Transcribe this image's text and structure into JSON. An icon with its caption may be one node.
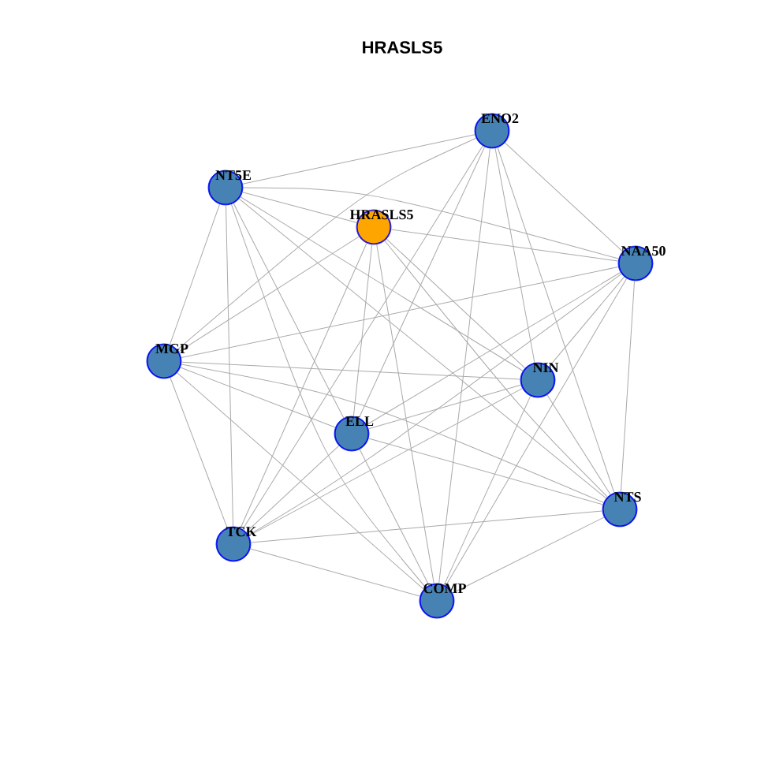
{
  "diagram": {
    "title": "HRASLS5",
    "nodes": [
      {
        "text": [
          "ENO2"
        ]
      },
      {
        "text": [
          "NT5E"
        ]
      },
      {
        "text": [
          "HRASLS5"
        ]
      },
      {
        "text": [
          "NAA50"
        ]
      },
      {
        "text": [
          "MGP"
        ]
      },
      {
        "text": [
          "NIN"
        ]
      },
      {
        "text": [
          "ELL"
        ]
      },
      {
        "text": [
          "NTS"
        ]
      },
      {
        "text": [
          "TCK"
        ]
      },
      {
        "text": [
          "COMP"
        ]
      }
    ],
    "edges": [
      {
        "from": 0,
        "to": 1,
        "arrow": "none"
      },
      {
        "from": 0,
        "to": 3,
        "arrow": "none"
      },
      {
        "from": 0,
        "to": 4,
        "arrow": "none"
      },
      {
        "from": 0,
        "to": 5,
        "arrow": "none"
      },
      {
        "from": 0,
        "to": 6,
        "arrow": "none"
      },
      {
        "from": 0,
        "to": 7,
        "arrow": "none"
      },
      {
        "from": 0,
        "to": 8,
        "arrow": "none"
      },
      {
        "from": 0,
        "to": 9,
        "arrow": "none"
      },
      {
        "from": 1,
        "to": 2,
        "arrow": "none"
      },
      {
        "from": 1,
        "to": 3,
        "arrow": "none"
      },
      {
        "from": 1,
        "to": 4,
        "arrow": "none"
      },
      {
        "from": 1,
        "to": 5,
        "arrow": "none"
      },
      {
        "from": 1,
        "to": 6,
        "arrow": "none"
      },
      {
        "from": 1,
        "to": 7,
        "arrow": "none"
      },
      {
        "from": 1,
        "to": 8,
        "arrow": "none"
      },
      {
        "from": 1,
        "to": 9,
        "arrow": "none"
      },
      {
        "from": 2,
        "to": 3,
        "arrow": "none"
      },
      {
        "from": 2,
        "to": 4,
        "arrow": "none"
      },
      {
        "from": 2,
        "to": 5,
        "arrow": "none"
      },
      {
        "from": 2,
        "to": 6,
        "arrow": "none"
      },
      {
        "from": 2,
        "to": 7,
        "arrow": "none"
      },
      {
        "from": 2,
        "to": 8,
        "arrow": "none"
      },
      {
        "from": 2,
        "to": 9,
        "arrow": "none"
      },
      {
        "from": 3,
        "to": 4,
        "arrow": "none"
      },
      {
        "from": 3,
        "to": 5,
        "arrow": "none"
      },
      {
        "from": 3,
        "to": 6,
        "arrow": "none"
      },
      {
        "from": 3,
        "to": 7,
        "arrow": "none"
      },
      {
        "from": 3,
        "to": 8,
        "arrow": "none"
      },
      {
        "from": 3,
        "to": 9,
        "arrow": "none"
      },
      {
        "from": 4,
        "to": 5,
        "arrow": "none"
      },
      {
        "from": 4,
        "to": 6,
        "arrow": "none"
      },
      {
        "from": 4,
        "to": 7,
        "arrow": "none"
      },
      {
        "from": 4,
        "to": 8,
        "arrow": "none"
      },
      {
        "from": 4,
        "to": 9,
        "arrow": "none"
      },
      {
        "from": 5,
        "to": 6,
        "arrow": "none"
      },
      {
        "from": 5,
        "to": 7,
        "arrow": "none"
      },
      {
        "from": 5,
        "to": 8,
        "arrow": "none"
      },
      {
        "from": 5,
        "to": 9,
        "arrow": "none"
      },
      {
        "from": 6,
        "to": 7,
        "arrow": "none"
      },
      {
        "from": 6,
        "to": 8,
        "arrow": "none"
      },
      {
        "from": 6,
        "to": 9,
        "arrow": "none"
      },
      {
        "from": 7,
        "to": 8,
        "arrow": "none"
      },
      {
        "from": 7,
        "to": 9,
        "arrow": "none"
      },
      {
        "from": 8,
        "to": 9,
        "arrow": "none"
      }
    ]
  }
}
